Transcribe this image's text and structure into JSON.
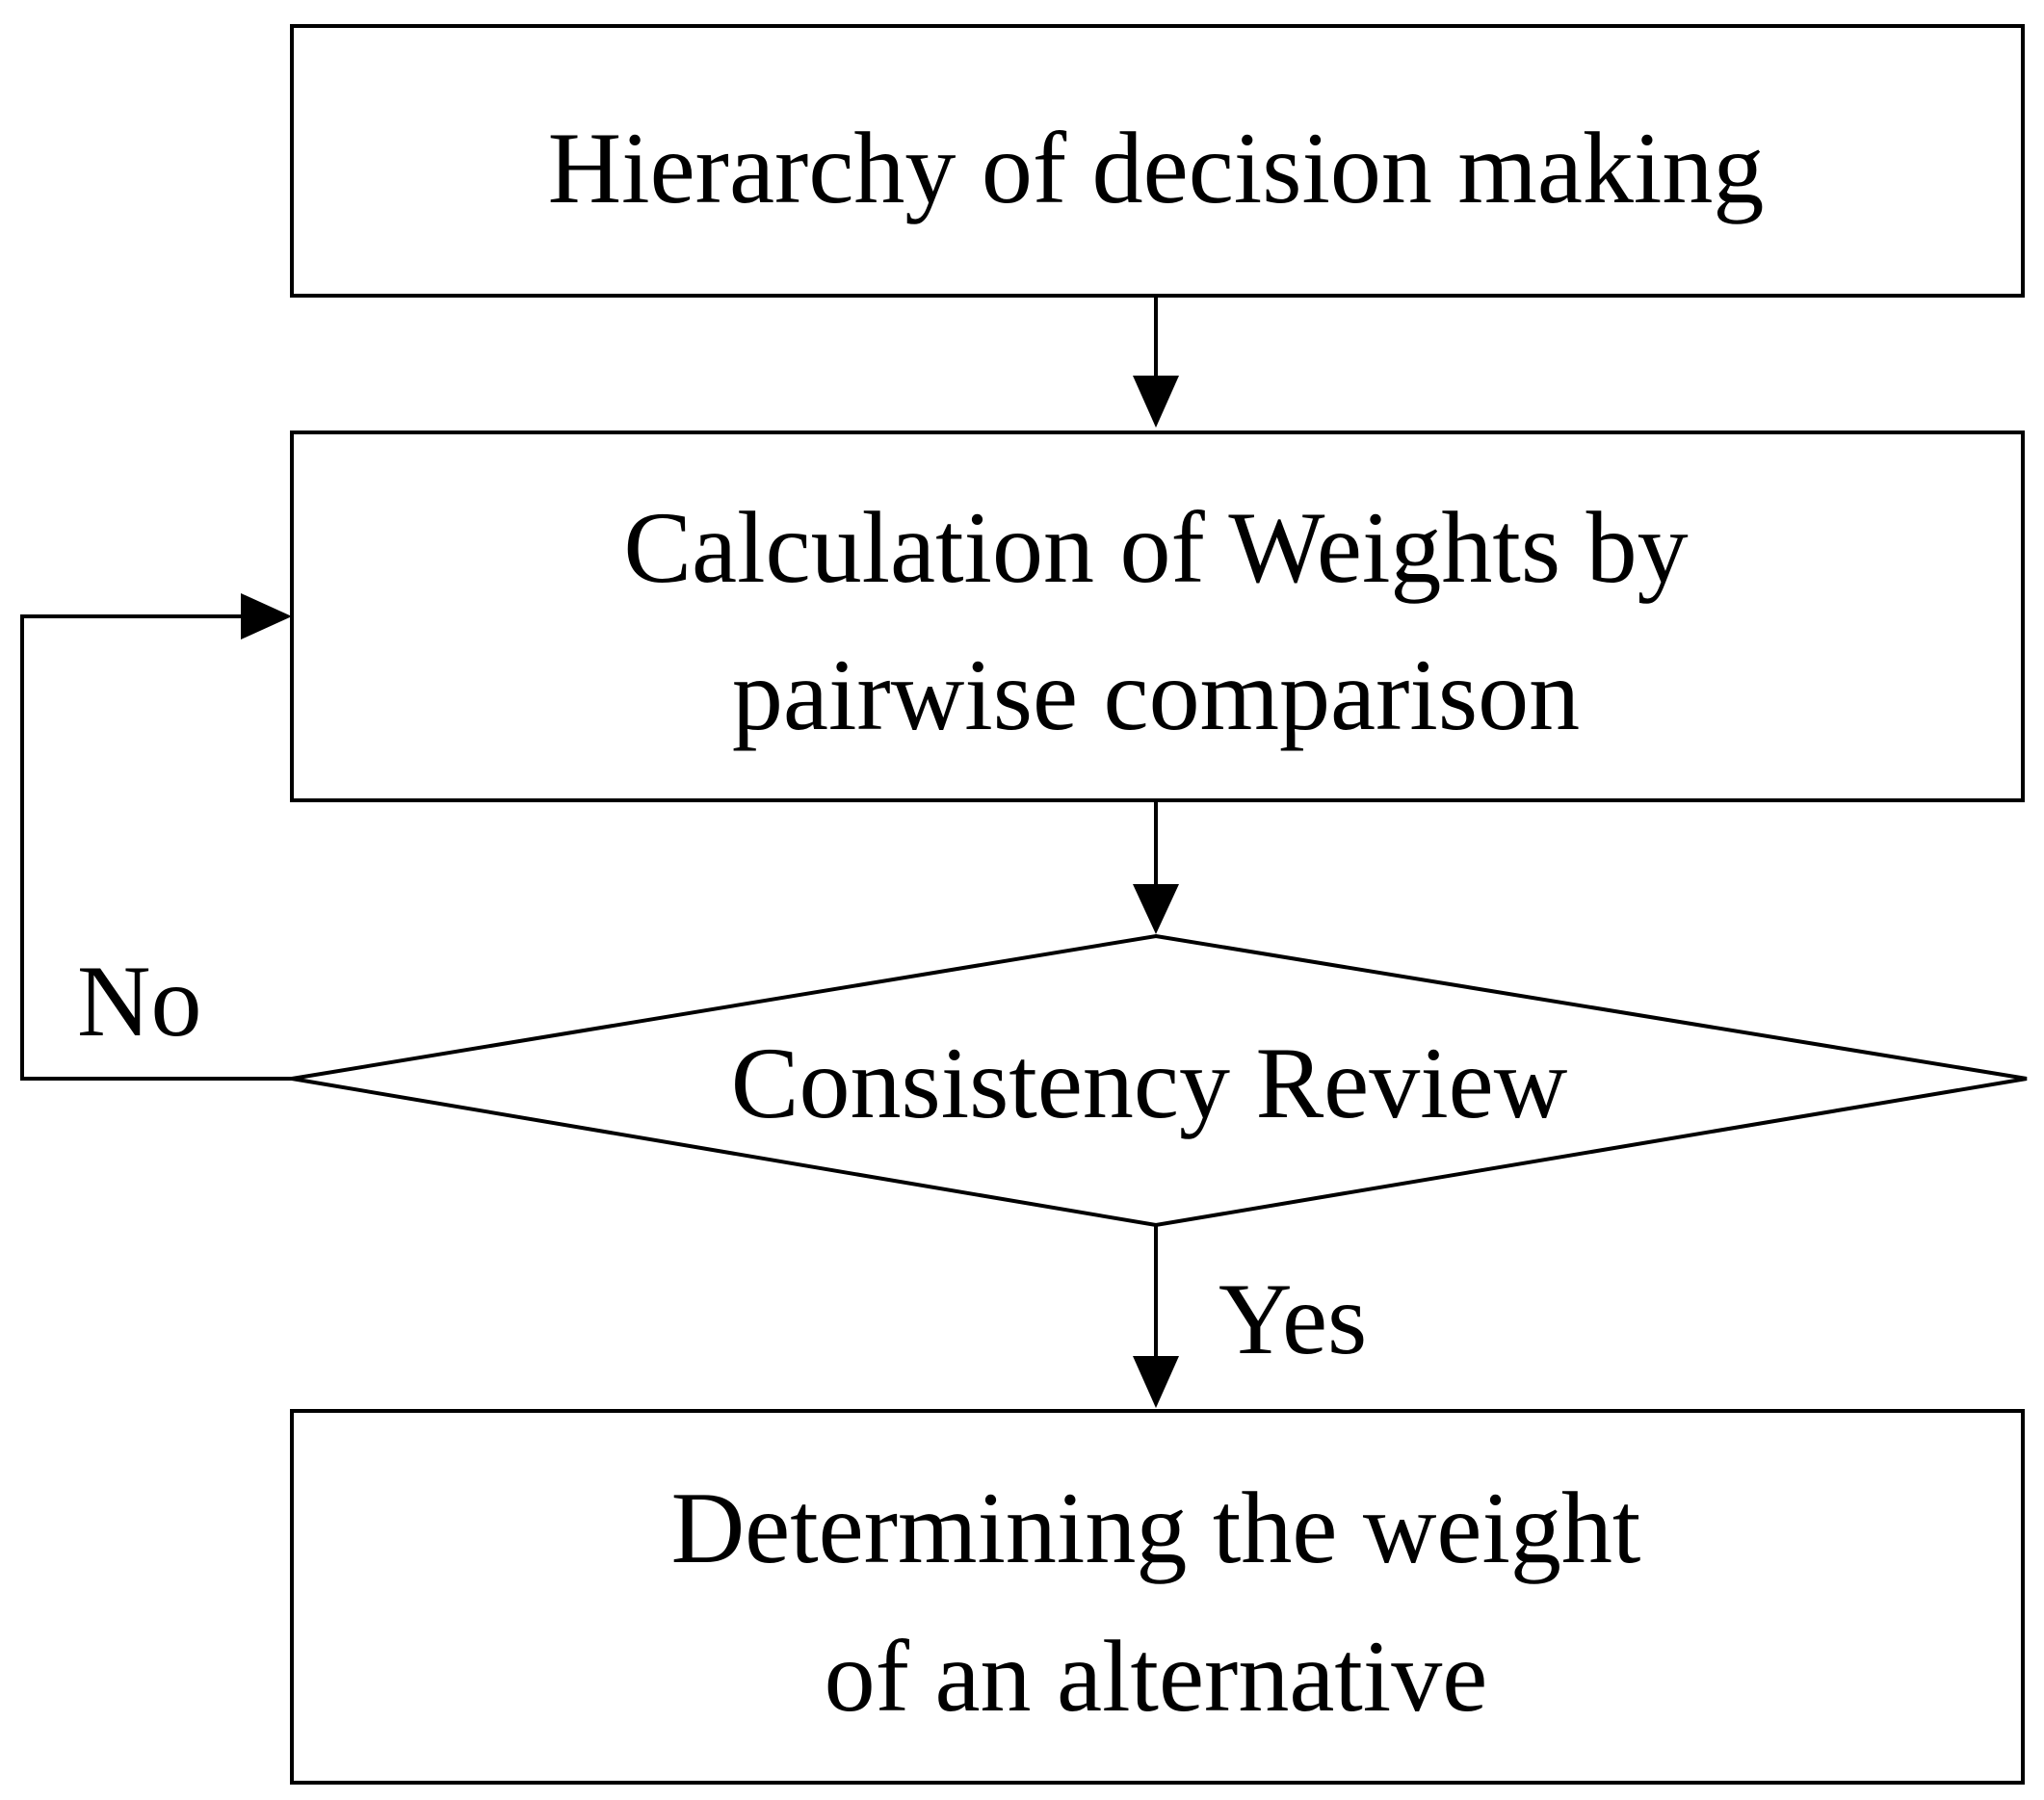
{
  "flowchart": {
    "steps": [
      {
        "id": "hierarchy",
        "shape": "box",
        "lines": [
          "Hierarchy of decision making"
        ]
      },
      {
        "id": "weights",
        "shape": "box",
        "lines": [
          "Calculation of Weights by",
          "pairwise comparison"
        ]
      },
      {
        "id": "review",
        "shape": "diamond",
        "lines": [
          "Consistency Review"
        ]
      },
      {
        "id": "result",
        "shape": "box",
        "lines": [
          "Determining the weight",
          "of an alternative"
        ]
      }
    ],
    "edges": [
      {
        "from": "hierarchy",
        "to": "weights",
        "label": ""
      },
      {
        "from": "weights",
        "to": "review",
        "label": ""
      },
      {
        "from": "review",
        "to": "weights",
        "label": "No"
      },
      {
        "from": "review",
        "to": "result",
        "label": "Yes"
      }
    ]
  },
  "colors": {
    "stroke": "#000000",
    "fill": "#ffffff",
    "text": "#000000"
  }
}
